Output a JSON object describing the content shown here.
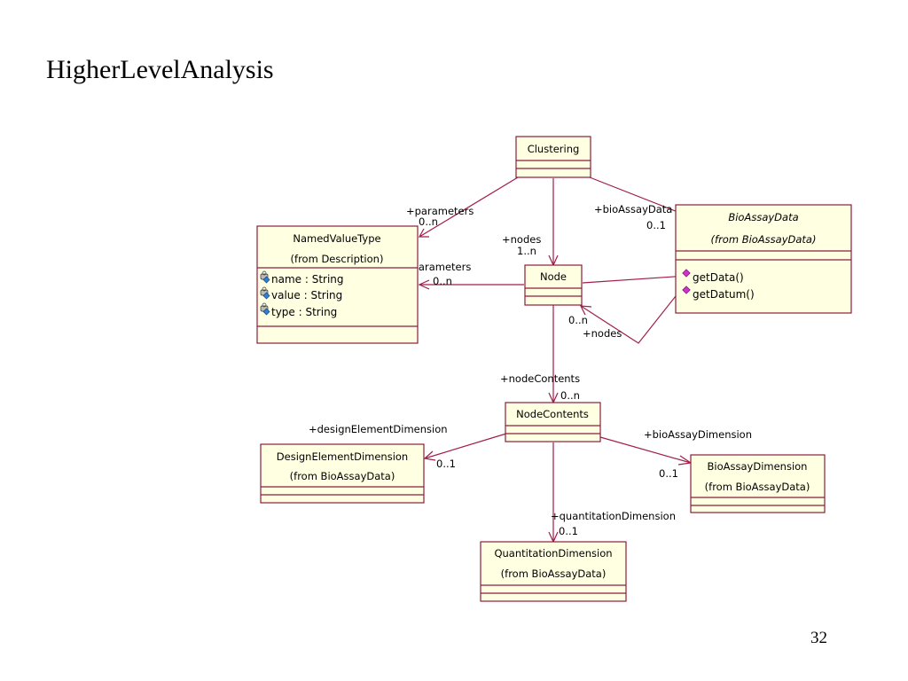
{
  "slide": {
    "title": "HigherLevelAnalysis",
    "page_number": "32"
  },
  "classes": {
    "clustering": {
      "name": "Clustering"
    },
    "bioassaydata": {
      "name": "BioAssayData",
      "from": "(from BioAssayData)",
      "operations": [
        "getData()",
        "getDatum()"
      ]
    },
    "namedvaluetype": {
      "name": "NamedValueType",
      "from": "(from Description)",
      "attributes": [
        "name : String",
        "value : String",
        "type : String"
      ]
    },
    "node": {
      "name": "Node"
    },
    "nodecontents": {
      "name": "NodeContents"
    },
    "designelementdimension": {
      "name": "DesignElementDimension",
      "from": "(from BioAssayData)"
    },
    "bioassaydimension": {
      "name": "BioAssayDimension",
      "from": "(from BioAssayData)"
    },
    "quantitationdimension": {
      "name": "QuantitationDimension",
      "from": "(from BioAssayData)"
    }
  },
  "associations": {
    "clustering_parameters": {
      "role": "+parameters",
      "multiplicity": "0..n"
    },
    "clustering_bioassaydata": {
      "role": "+bioAssayData",
      "multiplicity": "0..1"
    },
    "clustering_nodes": {
      "role": "+nodes",
      "multiplicity": "1..n"
    },
    "node_parameters": {
      "role": "+parameters",
      "multiplicity": "0..n"
    },
    "node_nodes": {
      "role": "+nodes",
      "multiplicity": "0..n"
    },
    "node_nodecontents": {
      "role": "+nodeContents",
      "multiplicity": "0..n"
    },
    "nodecontents_designelementdimension": {
      "role": "+designElementDimension",
      "multiplicity": "0..1"
    },
    "nodecontents_bioassaydimension": {
      "role": "+bioAssayDimension",
      "multiplicity": "0..1"
    },
    "nodecontents_quantitationdimension": {
      "role": "+quantitationDimension",
      "multiplicity": "0..1"
    }
  },
  "colors": {
    "line": "#a01e4a",
    "box_border": "#8b1d3c",
    "box_fill": "#ffffe1"
  }
}
